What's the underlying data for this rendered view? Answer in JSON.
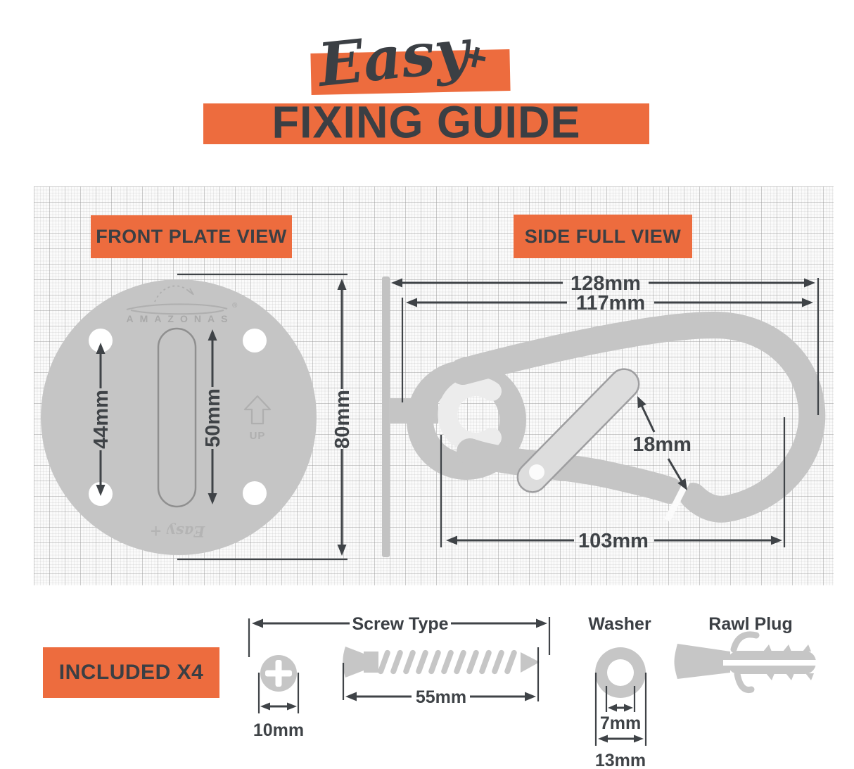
{
  "header": {
    "script_title": "Easy",
    "script_plus": "+",
    "main_title": "FIXING GUIDE"
  },
  "sections": {
    "front_plate_label": "FRONT PLATE VIEW",
    "side_full_label": "SIDE FULL VIEW",
    "included_label": "INCLUDED X4"
  },
  "front_plate": {
    "brand": "AMAZONAS",
    "registered_mark": "®",
    "up_label": "UP",
    "plate_back_text": "Easy +",
    "dim_hole_spacing": "44mm",
    "dim_slot_height": "50mm",
    "dim_plate_height": "80mm"
  },
  "side_view": {
    "dim_overall_length": "128mm",
    "dim_inner_length": "117mm",
    "dim_gate_opening": "18mm",
    "dim_hook_length": "103mm"
  },
  "included": {
    "screw": {
      "label": "Screw Type",
      "head_diameter": "10mm",
      "length": "55mm"
    },
    "washer": {
      "label": "Washer",
      "inner_diameter": "7mm",
      "outer_diameter": "13mm"
    },
    "rawl_plug": {
      "label": "Rawl Plug"
    }
  },
  "colors": {
    "accent_orange": "#ED6C3E",
    "ink": "#3B3F44",
    "steel_gray": "#C5C5C5",
    "light_steel": "#ECECEC"
  }
}
